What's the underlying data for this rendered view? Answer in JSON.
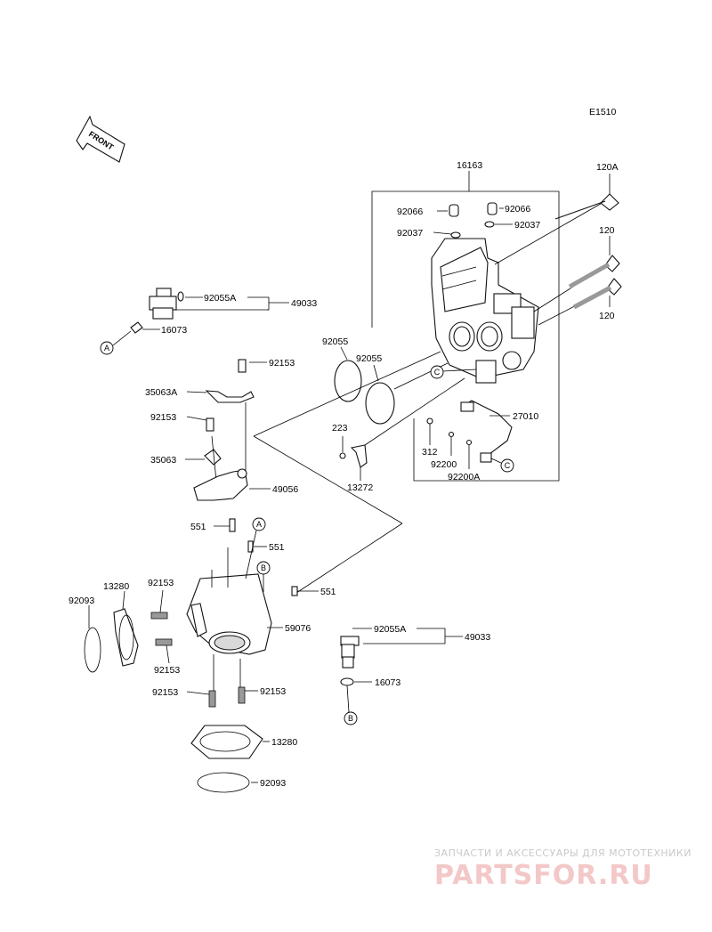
{
  "diagram_code": "E1510",
  "front_label": "FRONT",
  "parts": {
    "p16163": "16163",
    "p120A": "120A",
    "p120_top": "120",
    "p120_bottom": "120",
    "p92066_left": "92066",
    "p92066_right": "92066",
    "p92037_left": "92037",
    "p92037_right": "92037",
    "p92055A_top": "92055A",
    "p49033_top": "49033",
    "p16073_top": "16073",
    "p92055_outer": "92055",
    "p92055_inner": "92055",
    "p92153_a": "92153",
    "p35063A": "35063A",
    "p92153_b": "92153",
    "p35063": "35063",
    "p49056": "49056",
    "p551_a": "551",
    "p551_b": "551",
    "p551_c": "551",
    "p223": "223",
    "p13272": "13272",
    "p312": "312",
    "p92200": "92200",
    "p92200A": "92200A",
    "p27010": "27010",
    "p13280_left": "13280",
    "p92153_c": "92153",
    "p92093_left": "92093",
    "p92153_d": "92153",
    "p59076": "59076",
    "p92055A_bottom": "92055A",
    "p49033_bottom": "49033",
    "p16073_bottom": "16073",
    "p92153_e": "92153",
    "p92153_f": "92153",
    "p13280_bottom": "13280",
    "p92093_bottom": "92093"
  },
  "reference_markers": {
    "A_left": "A",
    "A_mid": "A",
    "B_mid": "B",
    "B_bottom": "B",
    "C_mid": "C",
    "C_right": "C"
  },
  "watermark": {
    "tagline": "ЗАПЧАСТИ И АКСЕССУАРЫ ДЛЯ МОТОТЕХНИКИ",
    "logo": "PARTSFOR.RU"
  }
}
